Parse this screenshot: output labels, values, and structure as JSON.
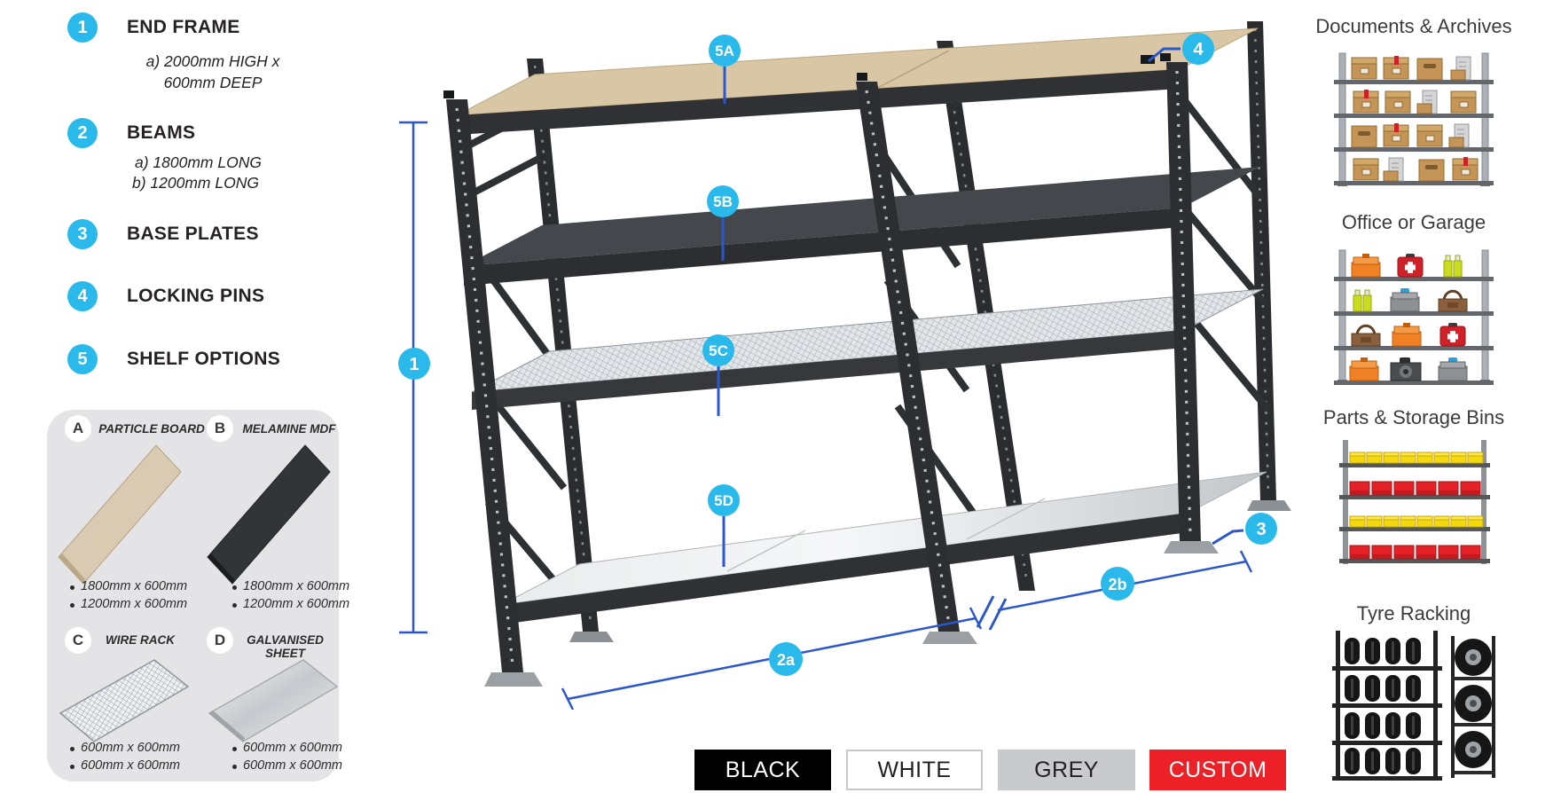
{
  "legend": {
    "items": [
      {
        "num": "1",
        "label": "END FRAME",
        "sub": [
          "a) 2000mm HIGH x",
          "600mm DEEP"
        ]
      },
      {
        "num": "2",
        "label": "BEAMS",
        "sub": [
          "a) 1800mm LONG",
          "b) 1200mm LONG"
        ]
      },
      {
        "num": "3",
        "label": "BASE PLATES",
        "sub": []
      },
      {
        "num": "4",
        "label": "LOCKING PINS",
        "sub": []
      },
      {
        "num": "5",
        "label": "SHELF OPTIONS",
        "sub": []
      }
    ]
  },
  "shelf_options": {
    "options": [
      {
        "letter": "A",
        "name": "PARTICLE BOARD",
        "sizes": [
          "1800mm x 600mm",
          "1200mm x 600mm"
        ]
      },
      {
        "letter": "B",
        "name": "MELAMINE MDF",
        "sizes": [
          "1800mm x 600mm",
          "1200mm x 600mm"
        ]
      },
      {
        "letter": "C",
        "name": "WIRE RACK",
        "sizes": [
          "600mm x 600mm",
          "600mm x 600mm"
        ]
      },
      {
        "letter": "D",
        "name": "GALVANISED SHEET",
        "sizes": [
          "600mm x 600mm",
          "600mm x 600mm"
        ]
      }
    ]
  },
  "diagram": {
    "callouts": [
      "1",
      "2a",
      "2b",
      "3",
      "4",
      "5A",
      "5B",
      "5C",
      "5D"
    ],
    "shelf_levels": [
      "Particle board (top)",
      "Melamine MDF",
      "Wire rack",
      "Galvanised sheet"
    ]
  },
  "use_cases": [
    {
      "title": "Documents & Archives"
    },
    {
      "title": "Office or Garage"
    },
    {
      "title": "Parts & Storage Bins"
    },
    {
      "title": "Tyre Racking"
    }
  ],
  "colors": {
    "accent_cyan": "#29b9ea",
    "dimension_blue": "#2b57cc",
    "swatches": [
      {
        "label": "BLACK",
        "bg": "#000000",
        "fg": "#ffffff"
      },
      {
        "label": "WHITE",
        "bg": "#ffffff",
        "fg": "#231f20"
      },
      {
        "label": "GREY",
        "bg": "#c9cacc",
        "fg": "#231f20"
      },
      {
        "label": "CUSTOM",
        "bg": "#ec2127",
        "fg": "#ffffff"
      }
    ]
  }
}
